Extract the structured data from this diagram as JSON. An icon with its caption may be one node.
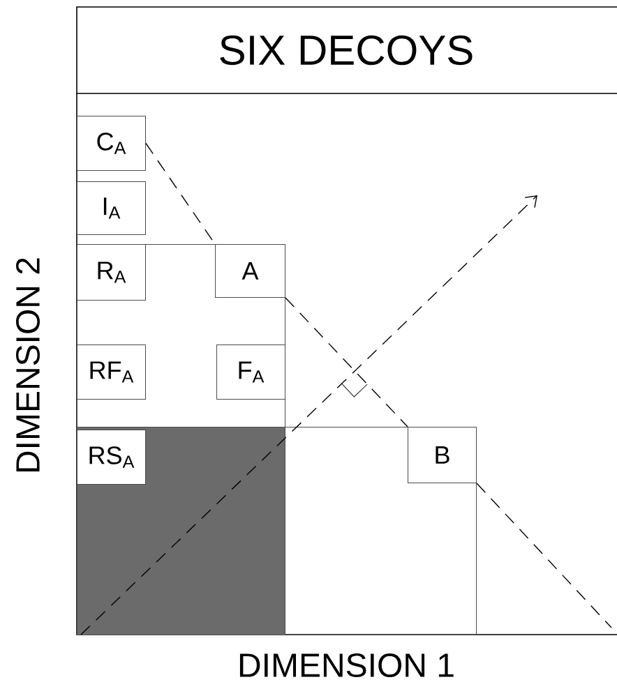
{
  "diagram": {
    "title": "SIX DECOYS",
    "nodes": [
      {
        "text": [
          "C$_{A}$"
        ]
      },
      {
        "text": [
          "I$_{A}$"
        ]
      },
      {
        "text": [],
        "shape": "box"
      },
      {
        "text": [
          "R$_{A}$"
        ],
        "in": 2
      },
      {
        "text": [
          "A"
        ],
        "in": 2
      },
      {
        "text": [
          "RF$_{A}$"
        ],
        "in": 2
      },
      {
        "text": [
          "F$_{A}$"
        ],
        "in": 2
      },
      {
        "text": [],
        "shape": "box"
      },
      {
        "text": [
          "RS$_{A}$"
        ],
        "in": 7
      },
      {
        "text": [],
        "shape": "box"
      },
      {
        "text": [
          "B"
        ],
        "in": 9
      }
    ],
    "edges": [
      {
        "from": 0,
        "to": 4,
        "arrow": "none",
        "style": "dashed"
      },
      {
        "from": 4,
        "to": 10,
        "arrow": "none",
        "style": "dashed"
      },
      {
        "from": 10,
        "to": null,
        "arrow": "none",
        "style": "dashed"
      }
    ],
    "labels": [
      "DIMENSION 2",
      "DIMENSION 1"
    ]
  }
}
